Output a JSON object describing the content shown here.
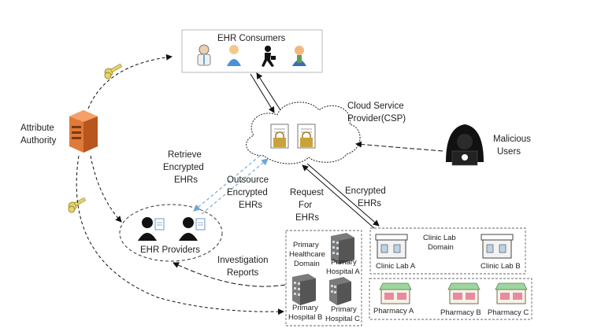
{
  "consumers": {
    "title": "EHR Consumers"
  },
  "csp": {
    "line1": "Cloud Service",
    "line2": "Provider(CSP)"
  },
  "authority": {
    "line1": "Attribute",
    "line2": "Authority"
  },
  "malicious": {
    "line1": "Malicious",
    "line2": "Users"
  },
  "providers": {
    "title": "EHR Providers"
  },
  "retrieve": {
    "line1": "Retrieve",
    "line2": "Encrypted",
    "line3": "EHRs"
  },
  "outsource": {
    "line1": "Outsource",
    "line2": "Encrypted",
    "line3": "EHRs"
  },
  "request": {
    "line1": "Request",
    "line2": "For",
    "line3": "EHRs"
  },
  "encrypted": {
    "line1": "Encrypted",
    "line2": "EHRs"
  },
  "investigation": {
    "line1": "Investigation",
    "line2": "Reports"
  },
  "hospital_domain": {
    "title1": "Primary",
    "title2": "Healthcare",
    "title3": "Domain",
    "hospital_a1": "Primary",
    "hospital_a2": "Hospital A",
    "hospital_b1": "Primary",
    "hospital_b2": "Hospital B",
    "hospital_c1": "Primary",
    "hospital_c2": "Hospital C"
  },
  "clinic_domain": {
    "title1": "Clinic Lab",
    "title2": "Domain",
    "lab_a": "Clinic Lab A",
    "lab_b": "Clinic Lab B"
  },
  "pharmacy_domain": {
    "pharmacy_a": "Pharmacy A",
    "pharmacy_b": "Pharmacy B",
    "pharmacy_c": "Pharmacy C"
  },
  "icons": [
    "doctor-icon",
    "person-icon",
    "runner-icon",
    "user-icon",
    "server-icon",
    "key-icon",
    "lock-document-icon",
    "hacker-icon",
    "hospital-icon",
    "clinic-icon",
    "pharmacy-icon",
    "document-icon"
  ],
  "colors": {
    "server_orange": "#d4672a",
    "lock_gold": "#c9a23a",
    "key_yellow": "#e6d36a",
    "arrow_blue": "#6fa6d6",
    "frame_gray": "#888888"
  }
}
